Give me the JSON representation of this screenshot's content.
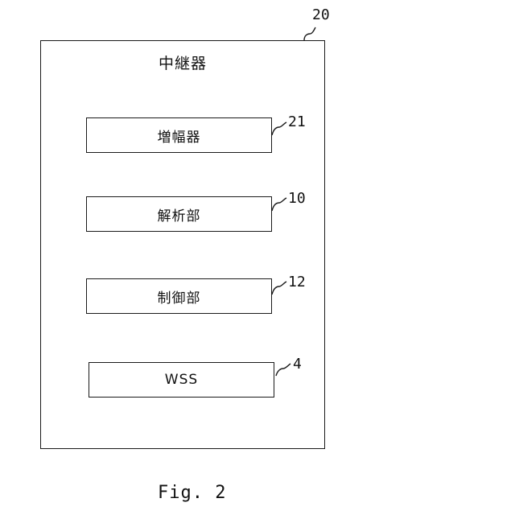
{
  "diagram": {
    "container": {
      "title": "中継器",
      "ref": "20"
    },
    "blocks": [
      {
        "label": "増幅器",
        "ref": "21"
      },
      {
        "label": "解析部",
        "ref": "10"
      },
      {
        "label": "制御部",
        "ref": "12"
      },
      {
        "label": "WSS",
        "ref": "4"
      }
    ],
    "caption": "Fig. 2"
  }
}
